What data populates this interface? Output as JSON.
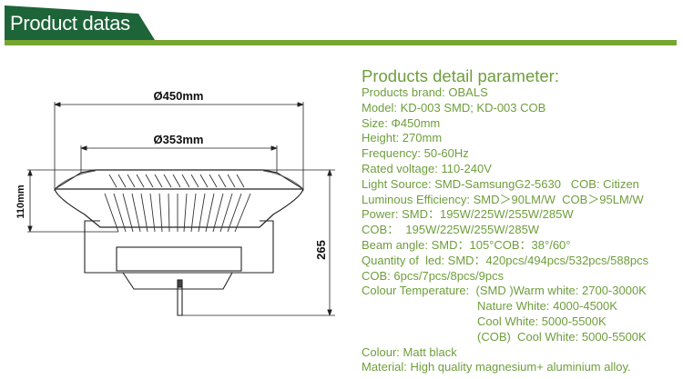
{
  "header": {
    "title": "Product datas",
    "colors": {
      "tab": "#1d6438",
      "bar": "#76a531"
    }
  },
  "drawing": {
    "outer_diameter_label": "Ø450mm",
    "inner_diameter_label": "Ø353mm",
    "body_height_label": "110mm",
    "total_height_label": "265"
  },
  "params": {
    "title": "Products detail parameter:",
    "lines": [
      "Products brand: OBALS",
      "Model: KD-003 SMD; KD-003 COB",
      "Size: Φ450mm",
      "Height: 270mm",
      "Frequency: 50-60Hz",
      "Rated voltage: 110-240V",
      "Light Source: SMD-SamsungG2-5630   COB: Citizen",
      "Luminous Efficiency: SMD＞90LM/W  COB＞95LM/W",
      "Power: SMD：195W/225W/255W/285W",
      "COB：  195W/225W/255W/285W",
      "Beam angle: SMD：105°COB：38°/60°",
      "Quantity of  led: SMD：420pcs/494pcs/532pcs/588pcs",
      "COB: 6pcs/7pcs/8pcs/9pcs",
      "Colour Temperature:  (SMD )Warm white: 2700-3000K"
    ],
    "indented": [
      "Nature White: 4000-4500K",
      "Cool White: 5000-5500K",
      "(COB)  Cool White: 5000-5500K"
    ],
    "tail": [
      "Colour: Matt black",
      "Material: High quality magnesium+ aluminium alloy."
    ],
    "color": "#6f9e3c"
  }
}
